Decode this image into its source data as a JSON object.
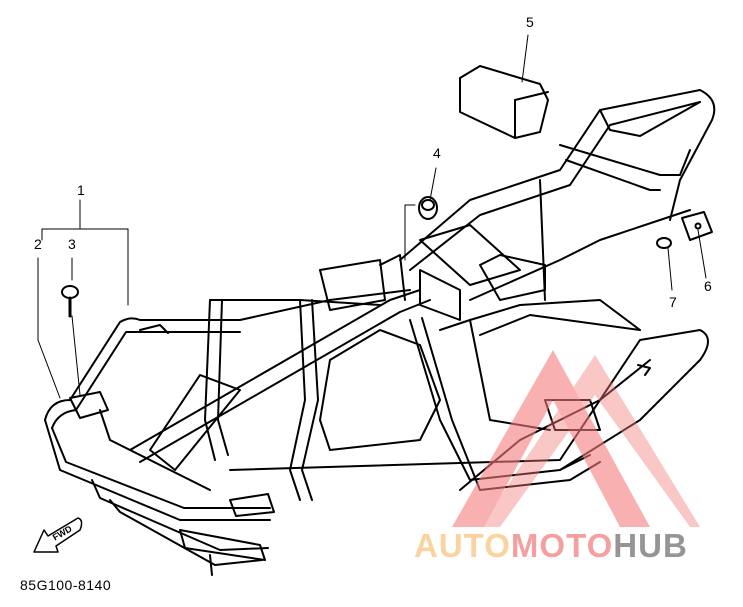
{
  "diagram": {
    "part_number": "85G100-8140",
    "direction_label": "FWD",
    "callouts": [
      "1",
      "2",
      "3",
      "4",
      "5",
      "6",
      "7"
    ]
  },
  "watermark": {
    "word_1": "AUTO",
    "word_2": "MOTO",
    "word_3": "HUB",
    "colors": {
      "auto": "#fbcf94",
      "moto": "#f39694",
      "hub": "#8a8a8a",
      "triangle": "#f47c7c"
    }
  }
}
